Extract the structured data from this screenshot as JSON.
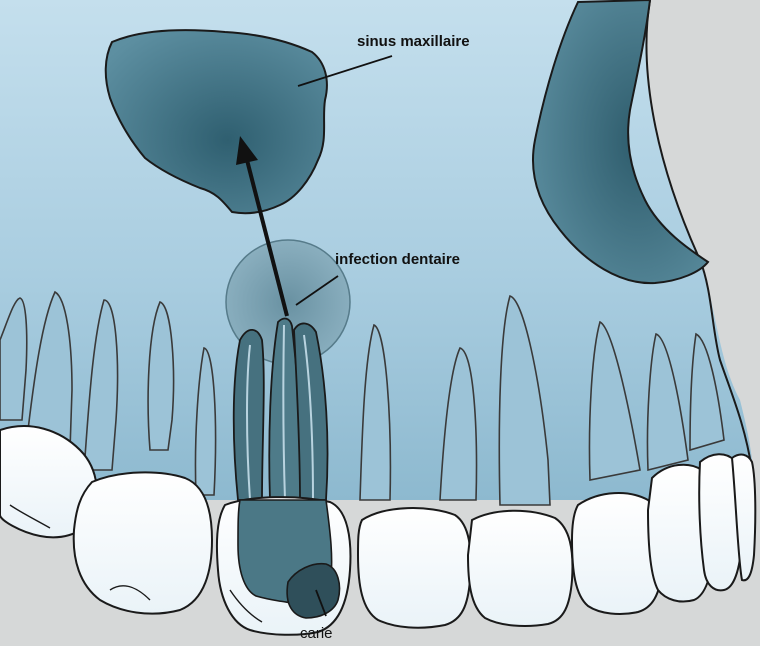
{
  "labels": {
    "sinus": "sinus maxillaire",
    "infection": "infection dentaire",
    "carie": "carie"
  },
  "colors": {
    "background": "#d6d8d8",
    "bone": "#a9cde0",
    "root": "#9fc4d8",
    "sinus": "#4f8294",
    "infected": "#46717f",
    "tooth": "#ffffff",
    "outline": "#1a1a1a"
  }
}
